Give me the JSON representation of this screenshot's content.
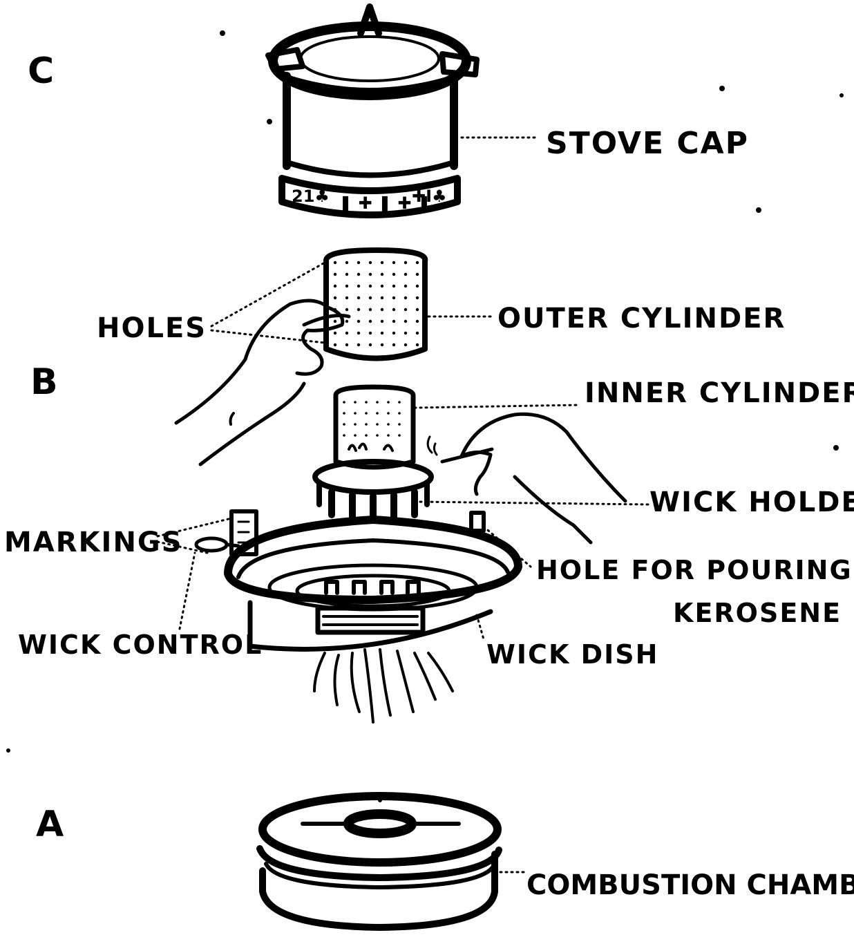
{
  "sections": {
    "c": "C",
    "b": "B",
    "a": "A"
  },
  "labels": {
    "stove_cap": "STOVE CAP",
    "holes": "HOLES",
    "outer_cylinder": "OUTER CYLINDER",
    "inner_cylinder": "INNER CYLINDER",
    "wick_holder": "WICK HOLDER",
    "markings": "MARKINGS",
    "hole_for_pouring_line1": "HOLE FOR POURING",
    "hole_for_pouring_line2": "KEROSENE",
    "wick_control": "WICK CONTROL",
    "wick_dish": "WICK DISH",
    "combustion_chamber": "COMBUSTION CHAMBER"
  }
}
